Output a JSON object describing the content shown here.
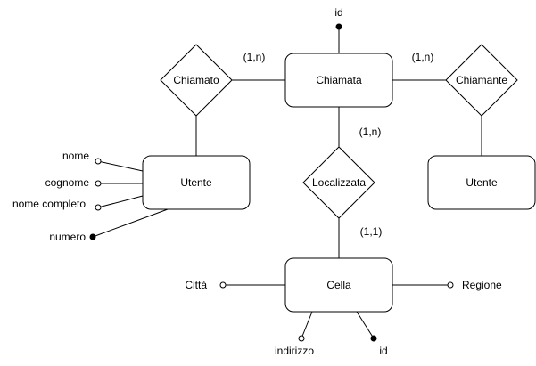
{
  "entities": {
    "chiamata": "Chiamata",
    "utente_left": "Utente",
    "utente_right": "Utente",
    "cella": "Cella"
  },
  "relationships": {
    "chiamato": "Chiamato",
    "chiamante": "Chiamante",
    "localizzata": "Localizzata"
  },
  "attributes": {
    "chiamata_id": "id",
    "nome": "nome",
    "cognome": "cognome",
    "nome_completo": "nome completo",
    "numero": "numero",
    "citta": "Città",
    "regione": "Regione",
    "indirizzo": "indirizzo",
    "cella_id": "id"
  },
  "cardinalities": {
    "chiamata_chiamato": "(1,n)",
    "chiamata_chiamante": "(1,n)",
    "chiamata_localizzata": "(1,n)",
    "cella_localizzata": "(1,1)"
  }
}
